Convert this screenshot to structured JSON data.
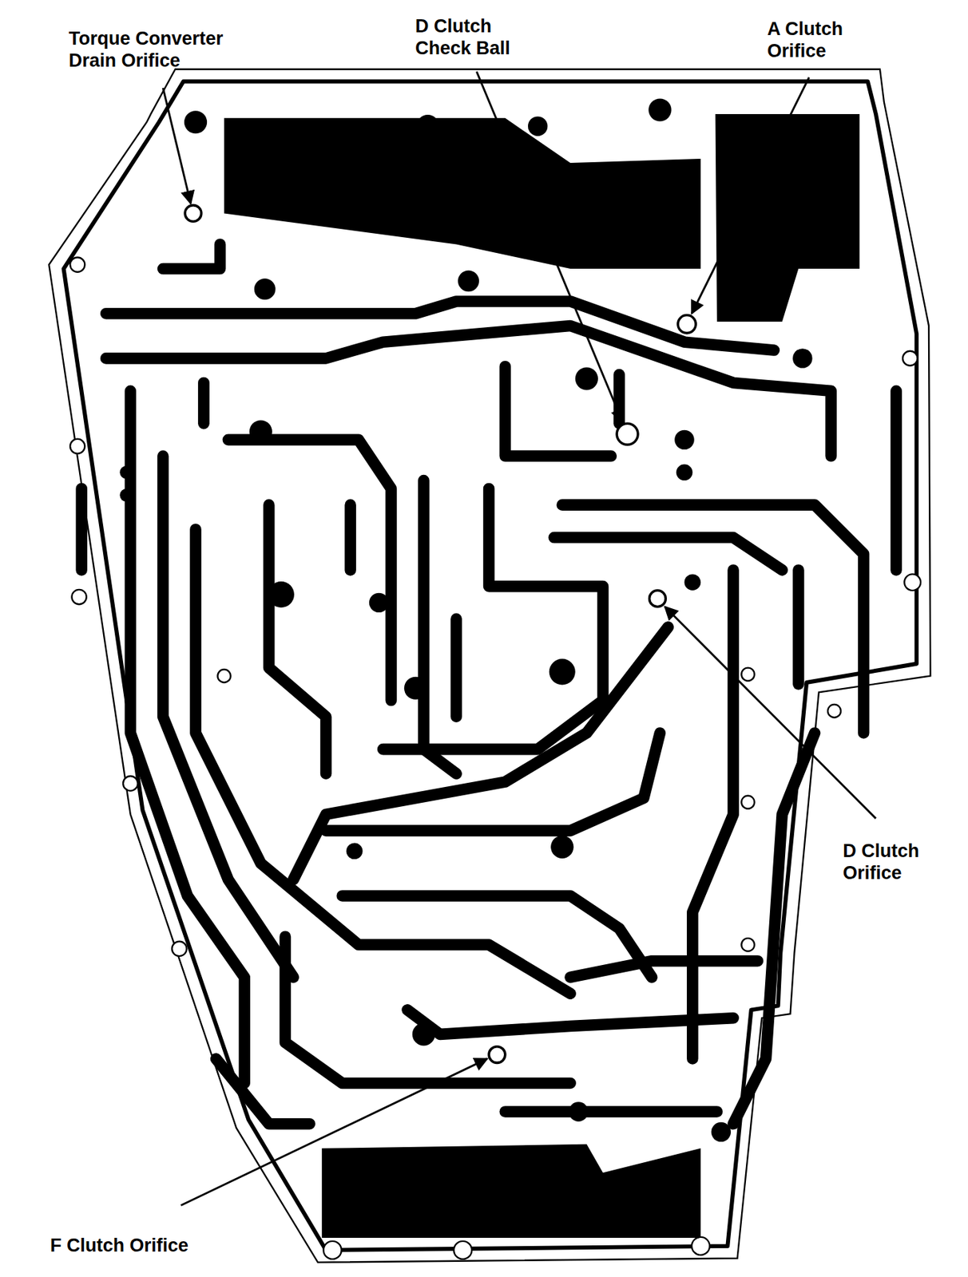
{
  "diagram": {
    "labels": [
      "Torque Converter Drain Orifice",
      "D Clutch Check Ball",
      "A Clutch Orifice",
      "D Clutch Orifice",
      "F Clutch Orifice"
    ]
  }
}
